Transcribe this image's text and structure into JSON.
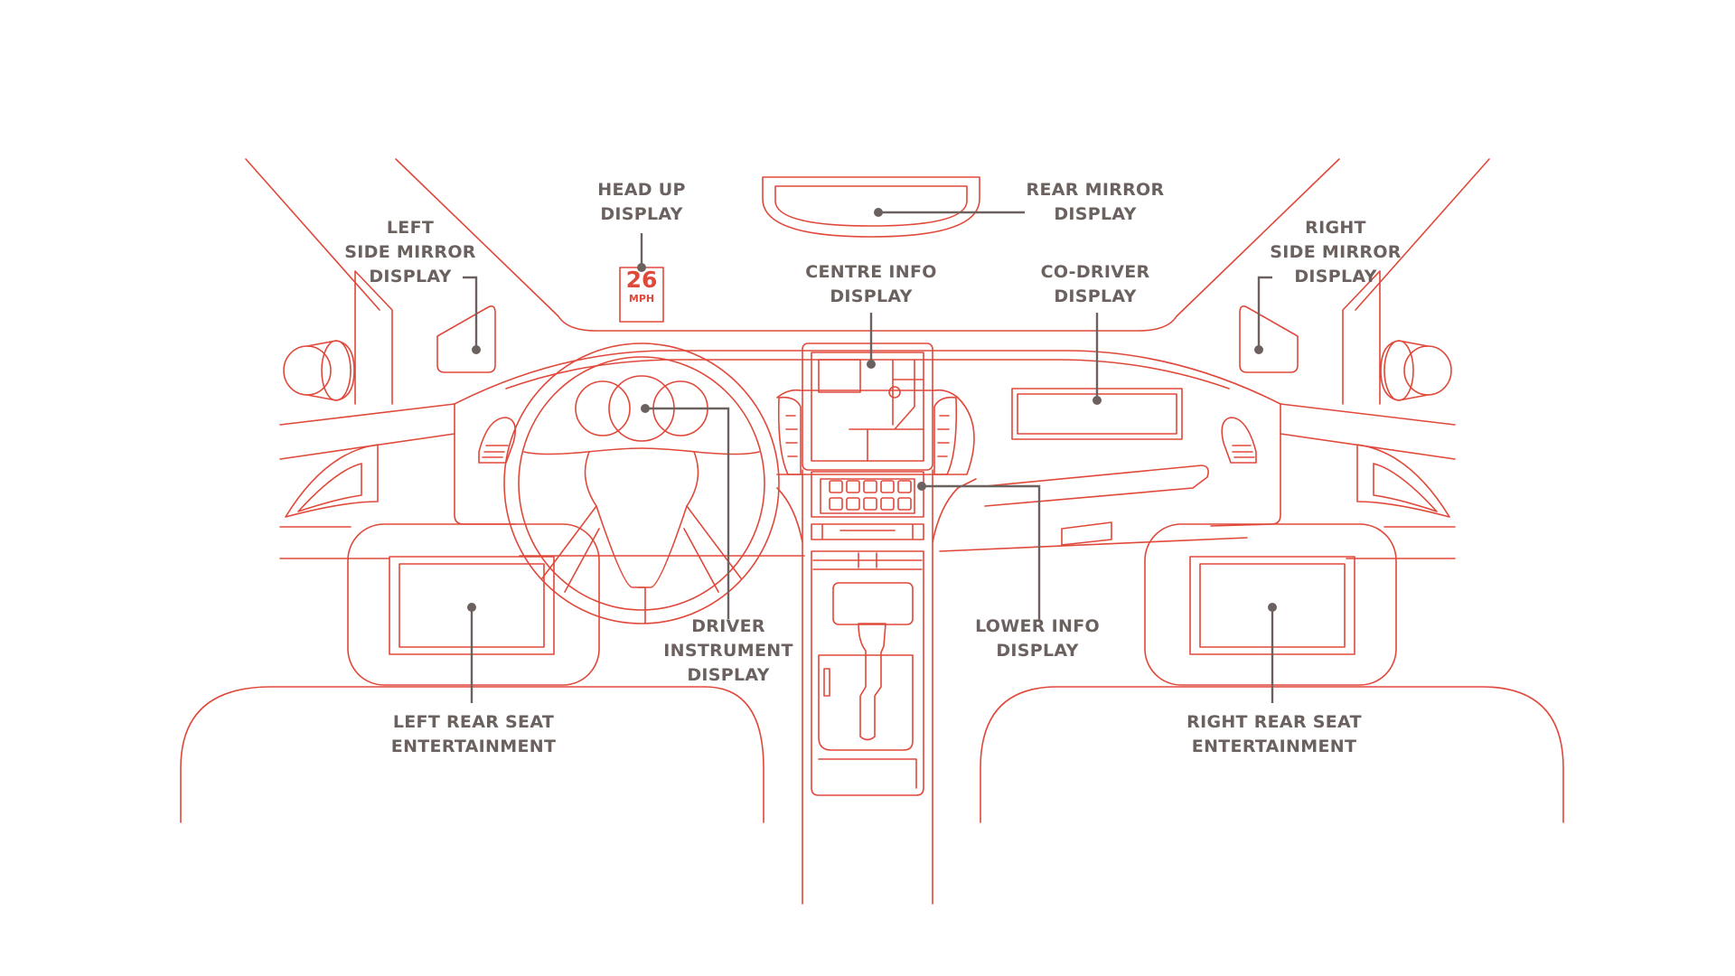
{
  "colors": {
    "outline": "#e0483a",
    "callout": "#6b6260",
    "background": "#ffffff"
  },
  "hud": {
    "speed": "26",
    "unit": "MPH"
  },
  "labels": {
    "head_up_display": [
      "HEAD UP",
      "DISPLAY"
    ],
    "rear_mirror_display": [
      "REAR MIRROR",
      "DISPLAY"
    ],
    "left_side_mirror_display": [
      "LEFT",
      "SIDE MIRROR",
      "DISPLAY"
    ],
    "right_side_mirror_display": [
      "RIGHT",
      "SIDE MIRROR",
      "DISPLAY"
    ],
    "centre_info_display": [
      "CENTRE INFO",
      "DISPLAY"
    ],
    "co_driver_display": [
      "CO-DRIVER",
      "DISPLAY"
    ],
    "driver_instrument_display": [
      "DRIVER",
      "INSTRUMENT",
      "DISPLAY"
    ],
    "lower_info_display": [
      "LOWER INFO",
      "DISPLAY"
    ],
    "left_rear_seat_entertainment": [
      "LEFT REAR SEAT",
      "ENTERTAINMENT"
    ],
    "right_rear_seat_entertainment": [
      "RIGHT REAR SEAT",
      "ENTERTAINMENT"
    ]
  }
}
